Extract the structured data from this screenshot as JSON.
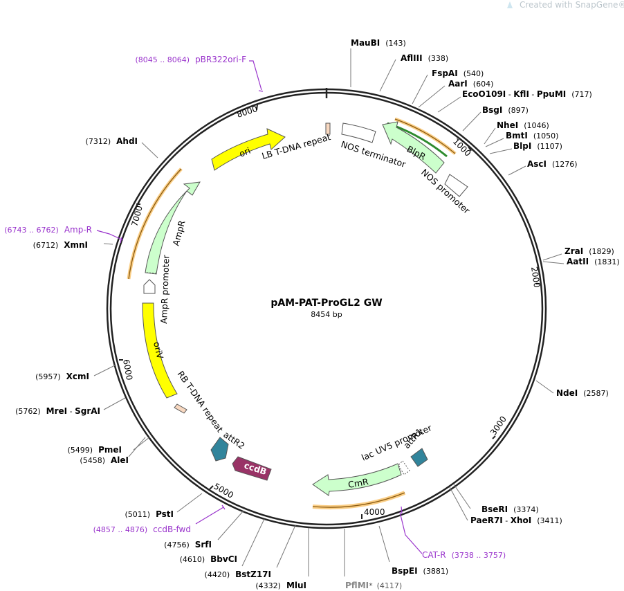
{
  "watermark": "Created with SnapGene®",
  "plasmid": {
    "name": "pAM-PAT-ProGL2 GW",
    "length_label": "8454 bp"
  },
  "ticks": [
    "1000",
    "2000",
    "3000",
    "4000",
    "5000",
    "6000",
    "7000",
    "8000"
  ],
  "sites": [
    {
      "name": "MauBI",
      "pos": "(143)"
    },
    {
      "name": "AflIII",
      "pos": "(338)"
    },
    {
      "name": "FspAI",
      "pos": "(540)"
    },
    {
      "name": "AarI",
      "pos": "(604)"
    },
    {
      "name": "EcoO109I",
      "sep1": " - ",
      "name2": "KflI",
      "sep2": " - ",
      "name3": "PpuMI",
      "pos": "(717)"
    },
    {
      "name": "BsgI",
      "pos": "(897)"
    },
    {
      "name": "NheI",
      "pos": "(1046)"
    },
    {
      "name": "BmtI",
      "pos": "(1050)"
    },
    {
      "name": "BlpI",
      "pos": "(1107)"
    },
    {
      "name": "AscI",
      "pos": "(1276)"
    },
    {
      "name": "ZraI",
      "pos": "(1829)"
    },
    {
      "name": "AatII",
      "pos": "(1831)"
    },
    {
      "name": "NdeI",
      "pos": "(2587)"
    },
    {
      "name": "BseRI",
      "pos": "(3374)"
    },
    {
      "name": "PaeR7I",
      "sep1": " - ",
      "name2": "XhoI",
      "pos": "(3411)"
    },
    {
      "name": "BspEI",
      "pos": "(3881)"
    },
    {
      "name": "PflMI",
      "star": "*",
      "pos": "(4117)"
    },
    {
      "name": "MluI",
      "pos": "(4332)"
    },
    {
      "name": "BstZ17I",
      "pos": "(4420)"
    },
    {
      "name": "BbvCI",
      "pos": "(4610)"
    },
    {
      "name": "SrfI",
      "pos": "(4756)"
    },
    {
      "name": "PstI",
      "pos": "(5011)"
    },
    {
      "name": "AleI",
      "pos": "(5458)"
    },
    {
      "name": "PmeI",
      "pos": "(5499)"
    },
    {
      "name": "MreI",
      "sep1": " - ",
      "name2": "SgrAI",
      "pos": "(5762)"
    },
    {
      "name": "XcmI",
      "pos": "(5957)"
    },
    {
      "name": "XmnI",
      "pos": "(6712)"
    },
    {
      "name": "AhdI",
      "pos": "(7312)"
    }
  ],
  "primers": [
    {
      "name": "pBR322ori-F",
      "pos": "(8045 .. 8064)"
    },
    {
      "name": "Amp-R",
      "pos": "(6743 .. 6762)"
    },
    {
      "name": "CAT-R",
      "pos": "(3738 .. 3757)"
    },
    {
      "name": "ccdB-fwd",
      "pos": "(4857 .. 4876)"
    }
  ],
  "features": {
    "ori": "ori",
    "lb_repeat": "LB T-DNA repeat",
    "nos_terminator": "NOS terminator",
    "bipr": "BlpR",
    "nos_promoter": "NOS promoter",
    "ampr": "AmpR",
    "ampr_promoter": "AmpR promoter",
    "oriv": "oriV",
    "rb_repeat": "RB T-DNA repeat",
    "attr2": "attR2",
    "ccdb": "ccdB",
    "lacuv5": "lac UV5 promoter",
    "attr1": "attR1",
    "cmr": "CmR"
  },
  "colors": {
    "ori": "#ffff00",
    "ampr": "#ccffcc",
    "ccdb": "#993366",
    "att": "#31849b",
    "repeat": "#f8d8c0",
    "primer": "#9933cc",
    "orf_arc": "#f5a623"
  }
}
